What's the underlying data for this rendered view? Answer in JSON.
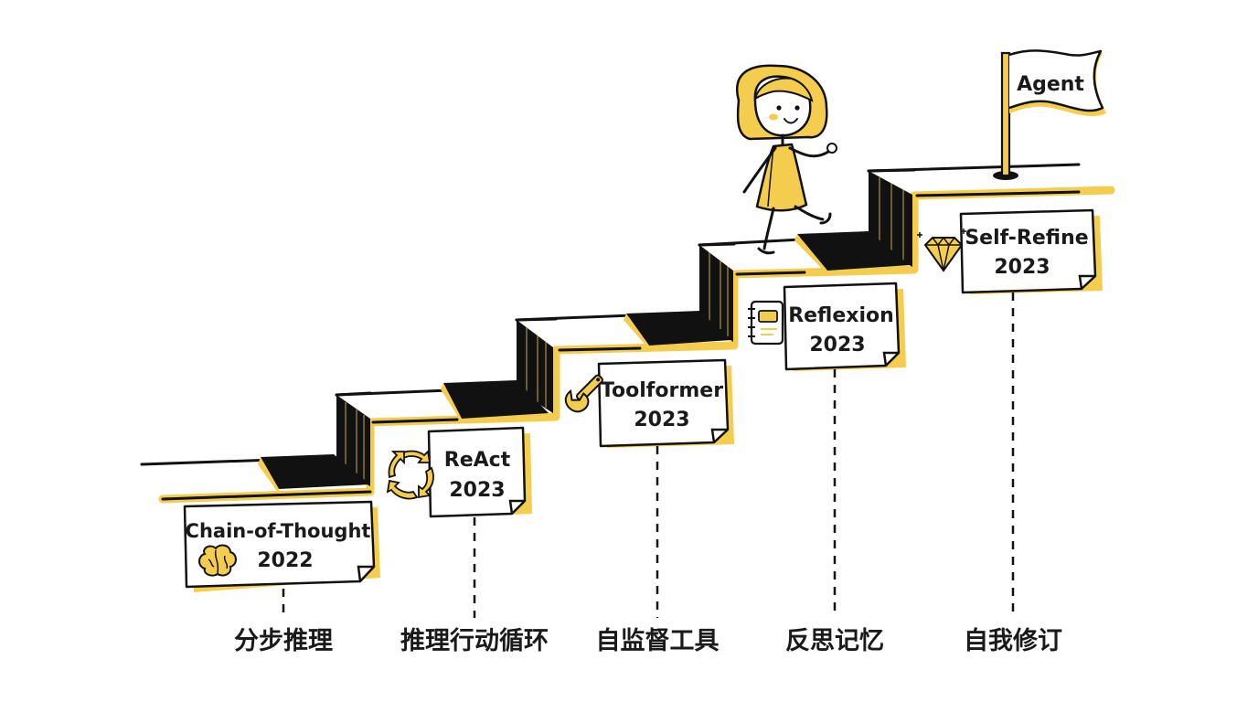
{
  "milestones": [
    {
      "name": "Chain-of-Thought",
      "year": "2022",
      "label": "分步推理",
      "icon": "brain-icon"
    },
    {
      "name": "ReAct",
      "year": "2023",
      "label": "推理行动循环",
      "icon": "cycle-arrows-icon"
    },
    {
      "name": "Toolformer",
      "year": "2023",
      "label": "自监督工具",
      "icon": "wrench-icon"
    },
    {
      "name": "Reflexion",
      "year": "2023",
      "label": "反思记忆",
      "icon": "notebook-icon"
    },
    {
      "name": "Self-Refine",
      "year": "2023",
      "label": "自我修订",
      "icon": "diamond-icon"
    }
  ],
  "goal": {
    "flag_text": "Agent",
    "icon": "flag-icon"
  },
  "character": {
    "icon": "girl-climbing-icon"
  },
  "colors": {
    "accent": "#f5cd4e",
    "ink": "#111111",
    "paper": "#ffffff"
  }
}
